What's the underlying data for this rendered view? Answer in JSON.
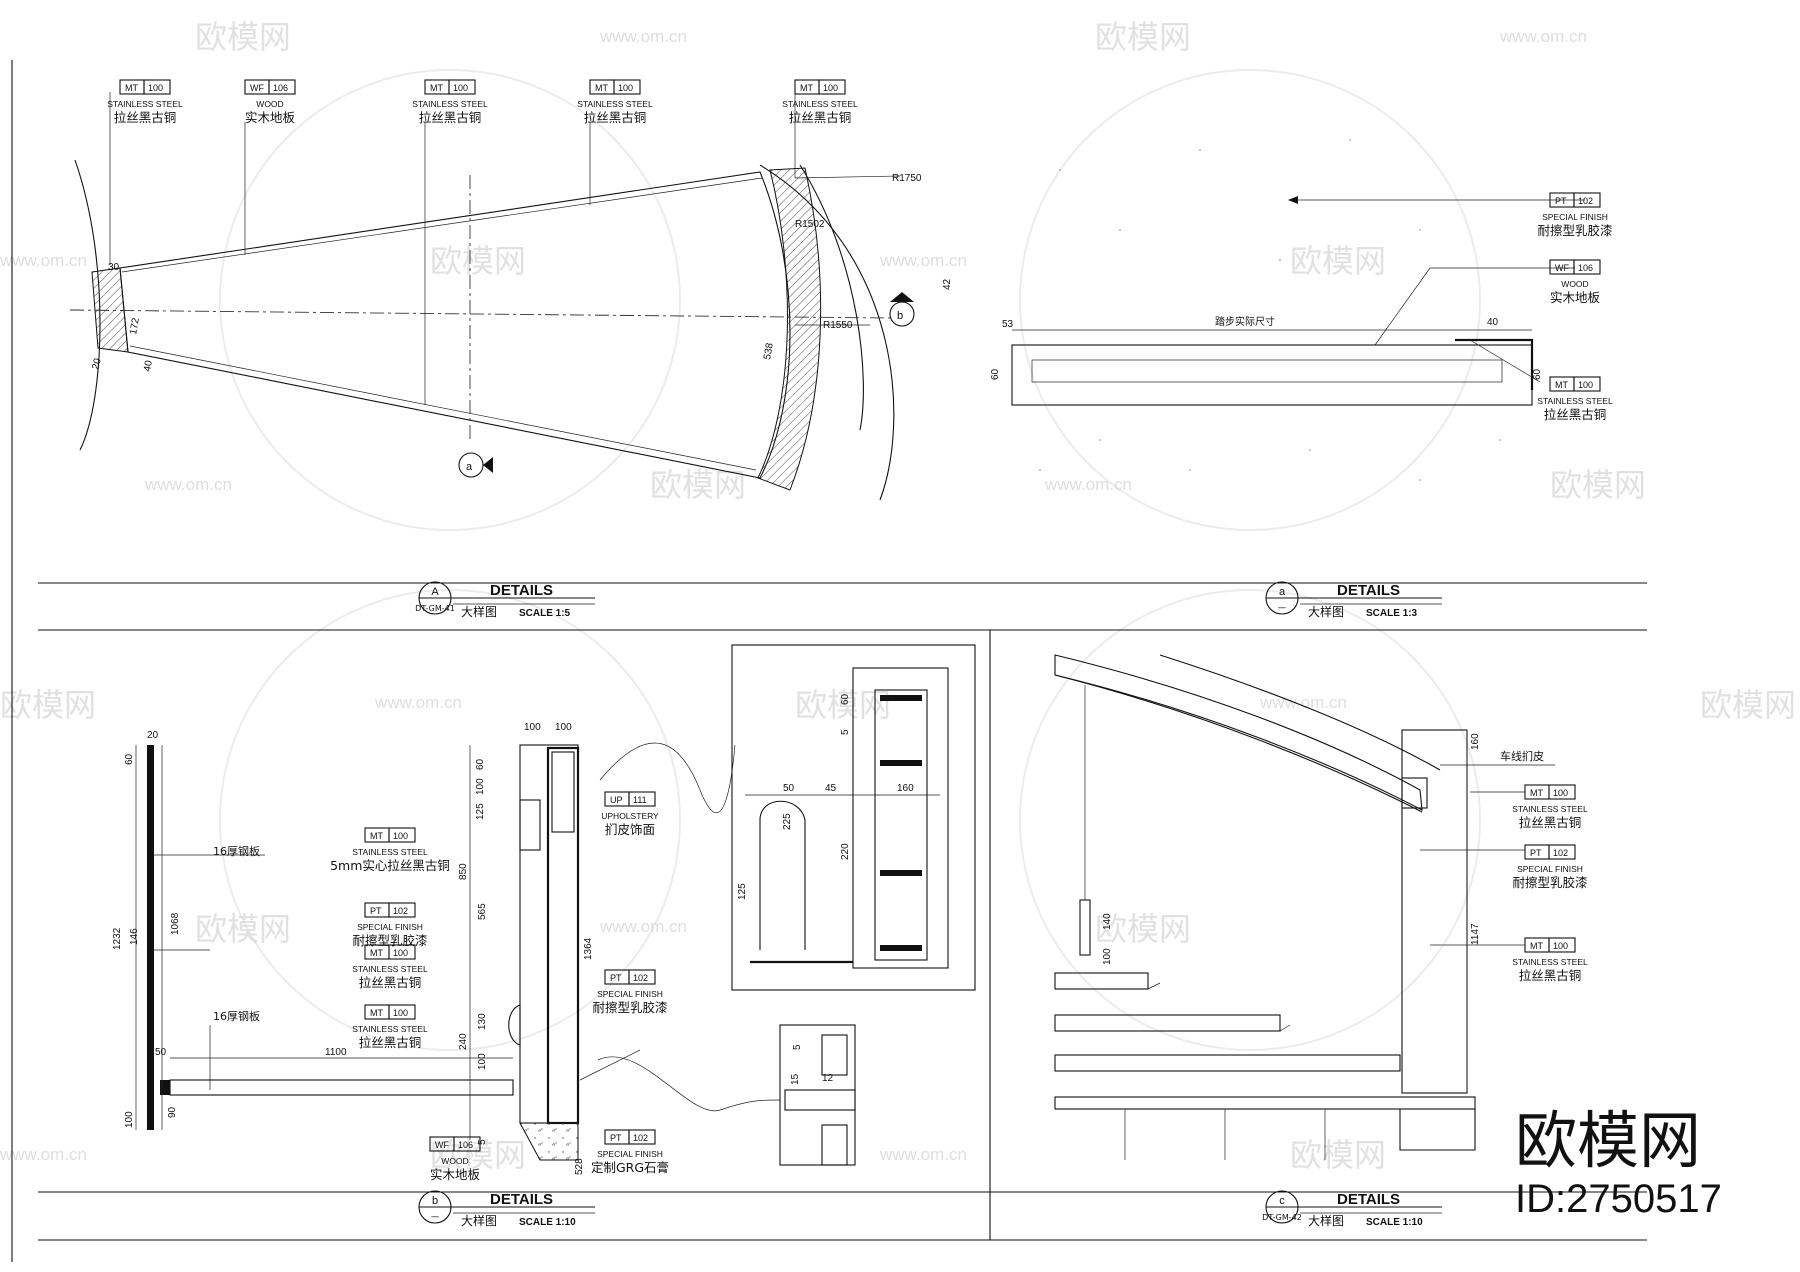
{
  "title_blocks": [
    {
      "id": "A",
      "sheet": "DT-GM-41",
      "title": "DETAILS",
      "cn": "大样图",
      "scale": "SCALE 1:5"
    },
    {
      "id": "a",
      "sheet": "一",
      "title": "DETAILS",
      "cn": "大样图",
      "scale": "SCALE 1:3"
    },
    {
      "id": "b",
      "sheet": "一",
      "title": "DETAILS",
      "cn": "大样图",
      "scale": "SCALE 1:10"
    },
    {
      "id": "c",
      "sheet": "DT-GM-42",
      "title": "DETAILS",
      "cn": "大样图",
      "scale": "SCALE 1:10"
    }
  ],
  "tags": [
    {
      "code": "MT",
      "num": "100",
      "desc": "STAINLESS STEEL",
      "cn": "拉丝黑古铜"
    },
    {
      "code": "WF",
      "num": "106",
      "desc": "WOOD",
      "cn": "实木地板"
    },
    {
      "code": "MT",
      "num": "100",
      "desc": "STAINLESS STEEL",
      "cn": "拉丝黑古铜"
    },
    {
      "code": "MT",
      "num": "100",
      "desc": "STAINLESS STEEL",
      "cn": "拉丝黑古铜"
    },
    {
      "code": "MT",
      "num": "100",
      "desc": "STAINLESS STEEL",
      "cn": "拉丝黑古铜"
    },
    {
      "code": "PT",
      "num": "102",
      "desc": "SPECIAL FINISH",
      "cn": "耐擦型乳胶漆"
    },
    {
      "code": "WF",
      "num": "106",
      "desc": "WOOD",
      "cn": "实木地板"
    },
    {
      "code": "MT",
      "num": "100",
      "desc": "STAINLESS STEEL",
      "cn": "拉丝黑古铜"
    },
    {
      "code": "MT",
      "num": "100",
      "desc": "STAINLESS STEEL",
      "cn": "5mm实心拉丝黑古铜"
    },
    {
      "code": "PT",
      "num": "102",
      "desc": "SPECIAL FINISH",
      "cn": "耐擦型乳胶漆"
    },
    {
      "code": "MT",
      "num": "100",
      "desc": "STAINLESS STEEL",
      "cn": "拉丝黑古铜"
    },
    {
      "code": "MT",
      "num": "100",
      "desc": "STAINLESS STEEL",
      "cn": "拉丝黑古铜"
    },
    {
      "code": "UP",
      "num": "111",
      "desc": "UPHOLSTERY",
      "cn": "扪皮饰面"
    },
    {
      "code": "PT",
      "num": "102",
      "desc": "SPECIAL FINISH",
      "cn": "耐擦型乳胶漆"
    },
    {
      "code": "PT",
      "num": "102",
      "desc": "SPECIAL FINISH",
      "cn": "定制GRG石膏"
    },
    {
      "code": "WF",
      "num": "106",
      "desc": "WOOD",
      "cn": "实木地板"
    },
    {
      "code": "MT",
      "num": "100",
      "desc": "STAINLESS STEEL",
      "cn": "拉丝黑古铜"
    },
    {
      "code": "PT",
      "num": "102",
      "desc": "SPECIAL FINISH",
      "cn": "耐擦型乳胶漆"
    },
    {
      "code": "MT",
      "num": "100",
      "desc": "STAINLESS STEEL",
      "cn": "拉丝黑古铜"
    }
  ],
  "notes": {
    "steel_plate": "16厚钢板",
    "stitch_leather": "车线扪皮",
    "tread_size": "踏步实际尺寸"
  },
  "dims_a": {
    "r1750": "R1750",
    "r1550": "R1550",
    "r1502": "R1502",
    "d42": "42",
    "d538": "538",
    "d40": "40",
    "d20": "20",
    "d30": "30",
    "d172": "172"
  },
  "dims_small": {
    "w53": "53",
    "w40": "40",
    "h60": "60",
    "h60b": "60"
  },
  "dims_b": {
    "top100a": "100",
    "top100b": "100",
    "d1232": "1232",
    "d1068": "1068",
    "d146": "146",
    "d20": "20",
    "d90": "90",
    "d50": "50",
    "d1100": "1100",
    "d60": "60",
    "d100": "100",
    "d125": "125",
    "d850": "850",
    "d565": "565",
    "d240": "240",
    "d130": "130",
    "d100b": "100",
    "d1364": "1364",
    "d528": "528",
    "d5": "5"
  },
  "dims_d1": {
    "d50": "50",
    "d45": "45",
    "d160": "160",
    "d220": "220",
    "d125": "125",
    "d225": "225",
    "d60": "60",
    "d5": "5"
  },
  "dims_d2": {
    "d15": "15",
    "d12": "12",
    "d5": "5"
  },
  "dims_c": {
    "d1147": "1147",
    "d160": "160",
    "d140": "140",
    "d100": "100"
  },
  "watermark": {
    "brand": "欧模网",
    "url": "www.om.cn",
    "id_label": "ID:2750517"
  }
}
